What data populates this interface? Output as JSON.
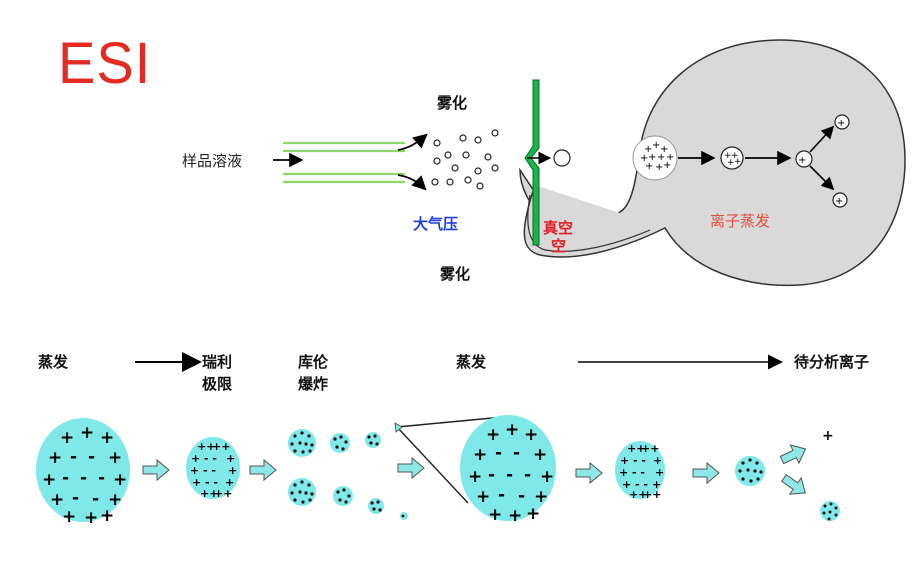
{
  "title": "ESI",
  "colors": {
    "title_red": "#e32b22",
    "chamber_gray": "#d9d9d9",
    "line_green": "#8fd66a",
    "electrode_green": "#19b34a",
    "droplet_cyan": "#7fe8e8",
    "blue_label": "#1f3fd6",
    "red_label": "#e0202a",
    "evap_red": "#e84c3d"
  },
  "top_diagram": {
    "sample_label": "样品溶液",
    "nebulize_top": "雾化",
    "nebulize_bottom": "雾化",
    "atmosphere_label": "大气压",
    "vacuum_label_line1": "真空",
    "vacuum_label_line2": "空",
    "ion_evap_label": "离子蒸发"
  },
  "bottom_diagram": {
    "evaporation_1": "蒸发",
    "rayleigh_line1": "瑞利",
    "rayleigh_line2": "极限",
    "coulomb_line1": "库伦",
    "coulomb_line2": "爆炸",
    "evaporation_2": "蒸发",
    "ions_to_analyze": "待分析离子"
  }
}
